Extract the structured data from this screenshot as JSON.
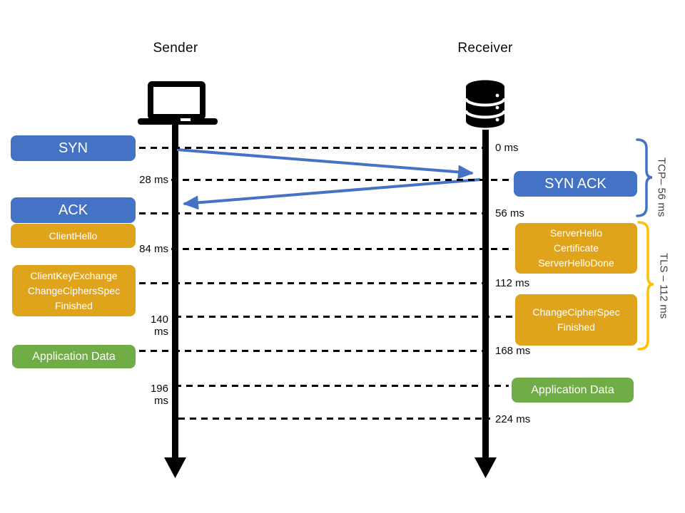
{
  "columns": {
    "sender": {
      "label": "Sender",
      "icon": "laptop-icon"
    },
    "receiver": {
      "label": "Receiver",
      "icon": "database-icon"
    }
  },
  "messages": {
    "syn": "SYN",
    "syn_ack": "SYN ACK",
    "ack": "ACK",
    "client_hello": "ClientHello",
    "server_hello_lines": [
      "ServerHello",
      "Certificate",
      "ServerHelloDone"
    ],
    "client_key_exchange_lines": [
      "ClientKeyExchange",
      "ChangeCiphersSpec",
      "Finished"
    ],
    "change_cipher_spec_lines": [
      "ChangeCipherSpec",
      "Finished"
    ],
    "application_data_sender": "Application Data",
    "application_data_receiver": "Application Data"
  },
  "timeline": {
    "labels": {
      "t0": "0 ms",
      "t28": "28 ms",
      "t56": "56 ms",
      "t84": "84 ms",
      "t112": "112 ms",
      "t140": "140\nms",
      "t168": "168 ms",
      "t196": "196\nms",
      "t224": "224 ms"
    }
  },
  "phases": {
    "tcp": "TCP– 56 ms",
    "tls": "TLS – 112 ms"
  },
  "colors": {
    "message_blue": "#4472C4",
    "message_gold": "#E0A41C",
    "message_green": "#70AD47",
    "arrow_blue": "#4472C4",
    "brace_blue": "#4472C4",
    "brace_gold": "#FFC000",
    "lifeline_black": "#000000"
  }
}
